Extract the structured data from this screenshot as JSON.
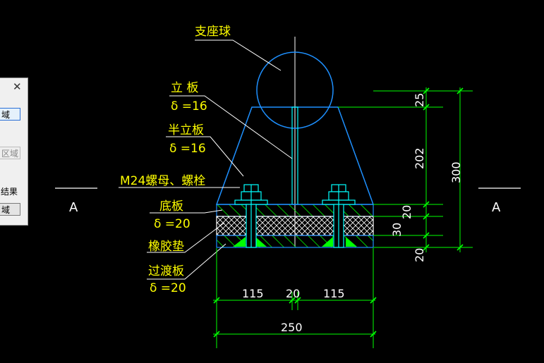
{
  "dialog": {
    "close_icon": "close-icon",
    "btn1": "域",
    "btn2": "区域",
    "result_label": "结果",
    "btn3": "域"
  },
  "labels": {
    "support_ball": "支座球",
    "vertical_plate": "立  板",
    "vertical_plate_t": "δ =16",
    "half_plate": "半立板",
    "half_plate_t": "δ =16",
    "bolt": "M24螺母、螺栓",
    "base_plate": "底板",
    "base_plate_t": "δ =20",
    "rubber": "橡胶垫",
    "transition_plate": "过渡板",
    "transition_plate_t": "δ =20",
    "section_left": "A",
    "section_right": "A"
  },
  "dimensions": {
    "d115_left": "115",
    "d20_mid": "20",
    "d115_right": "115",
    "d250": "250",
    "d25": "25",
    "d202": "202",
    "d20_a": "20",
    "d30": "30",
    "d20_b": "20",
    "d300": "300"
  },
  "colors": {
    "background": "#000000",
    "label": "#ffff00",
    "dimension": "#00ff00",
    "structure": "#1e90ff",
    "bolt": "#00ffff",
    "section": "#ffffff"
  }
}
